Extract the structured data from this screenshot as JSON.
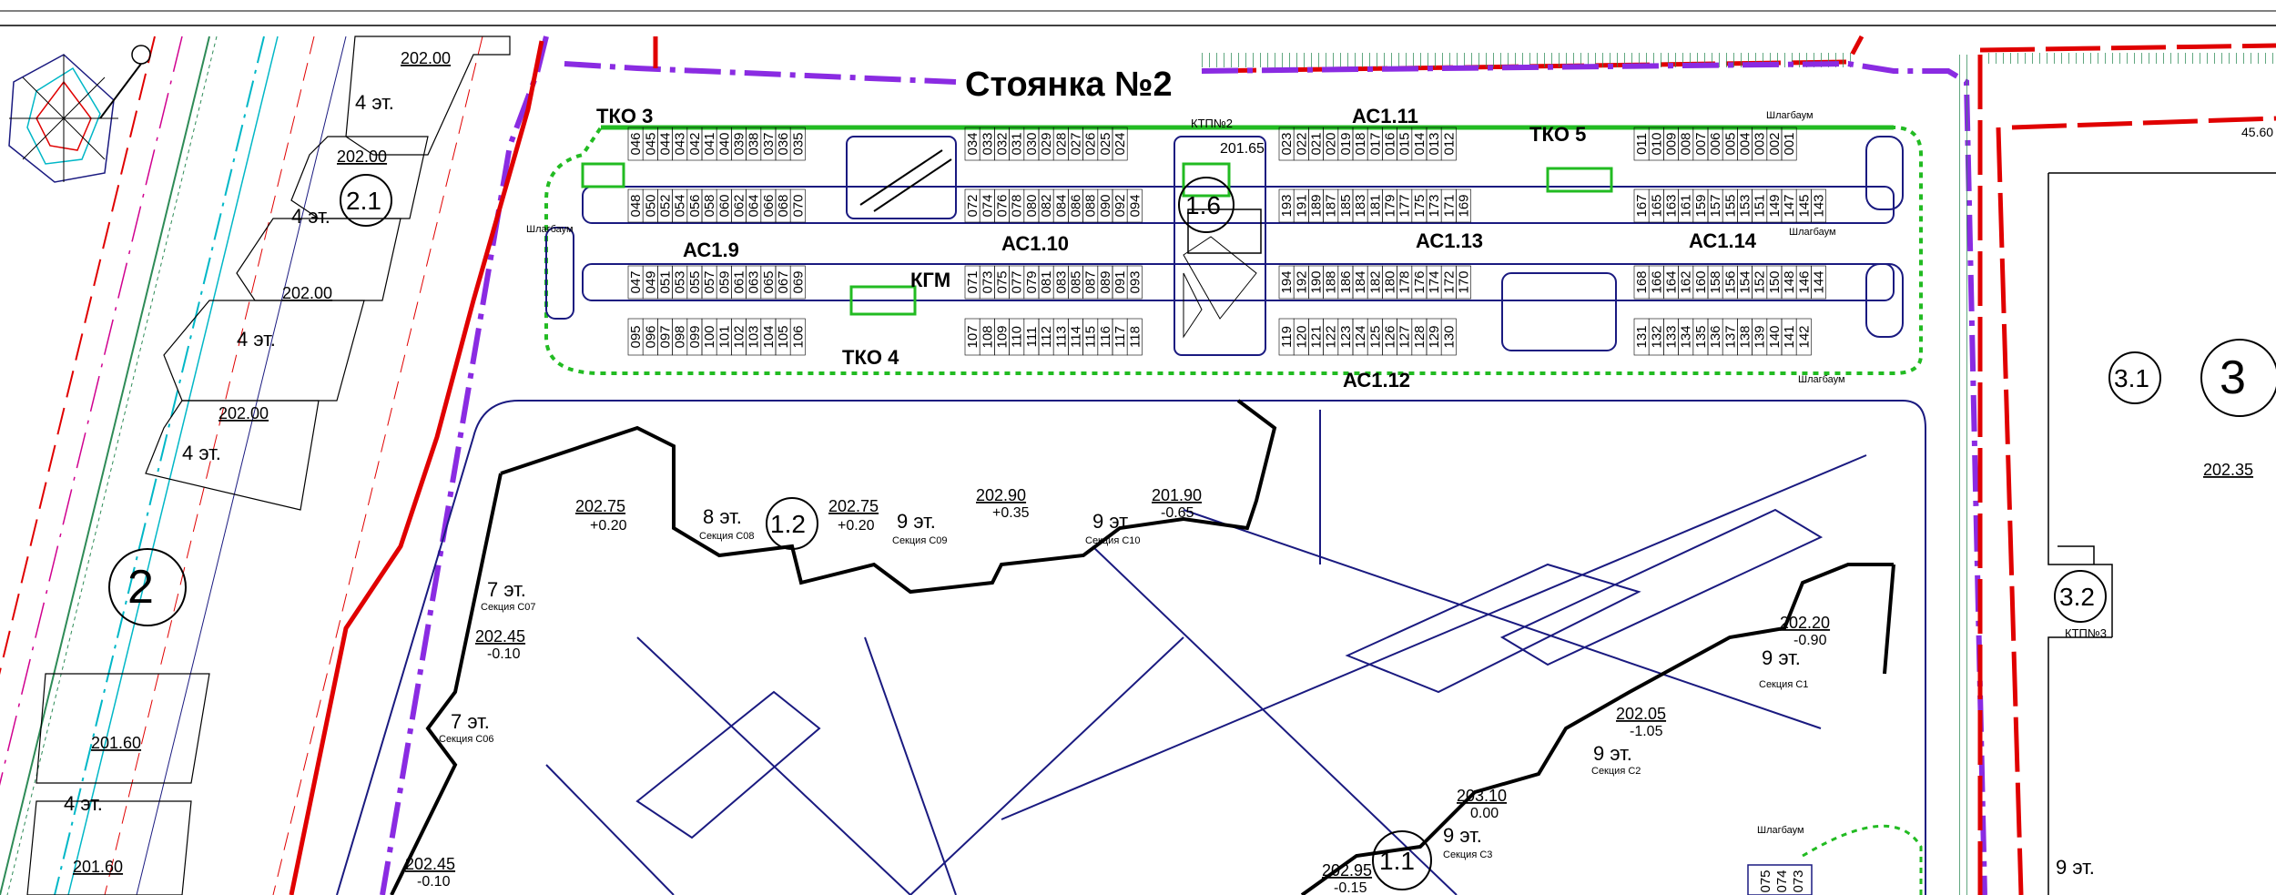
{
  "drawing": {
    "parking_title": "Стоянка №2",
    "accent_colors": {
      "road_outline": "#1a1a80",
      "red_line": "#e00000",
      "purple_line": "#8a2be2",
      "green_zone": "#22bb22",
      "hatch_green": "#2e8b57",
      "cyan_axis": "#00b7c7",
      "magenta_axis": "#d0008f"
    }
  },
  "zones": [
    {
      "id": "2",
      "label": "2"
    },
    {
      "id": "3",
      "label": "3"
    },
    {
      "id": "1.1",
      "label": "1.1"
    },
    {
      "id": "1.2",
      "label": "1.2"
    },
    {
      "id": "1.6",
      "label": "1.6"
    },
    {
      "id": "2.1",
      "label": "2.1"
    },
    {
      "id": "3.1",
      "label": "3.1"
    },
    {
      "id": "3.2",
      "label": "3.2"
    }
  ],
  "parking_areas": [
    {
      "label": "АС1.9"
    },
    {
      "label": "АС1.10"
    },
    {
      "label": "АС1.11"
    },
    {
      "label": "АС1.12"
    },
    {
      "label": "АС1.13"
    },
    {
      "label": "АС1.14"
    }
  ],
  "facilities": {
    "tko3": "ТКО 3",
    "tko4": "ТКО 4",
    "tko5": "ТКО 5",
    "kgm": "КГМ",
    "ktp2": "КТП№2",
    "ktp3": "КТП№3",
    "barrier": "Шлагбаум"
  },
  "slot_rows": {
    "row1_left": [
      "046",
      "045",
      "044",
      "043",
      "042",
      "041",
      "040",
      "039",
      "038",
      "037",
      "036",
      "035"
    ],
    "row1_mid": [
      "034",
      "033",
      "032",
      "031",
      "030",
      "029",
      "028",
      "027",
      "026",
      "025",
      "024"
    ],
    "row1_right_a": [
      "023",
      "022",
      "021",
      "020",
      "019",
      "018",
      "017",
      "016",
      "015",
      "014",
      "013",
      "012"
    ],
    "row1_right_b": [
      "011",
      "010",
      "009",
      "008",
      "007",
      "006",
      "005",
      "004",
      "003",
      "002",
      "001"
    ],
    "row2_left": [
      "048",
      "050",
      "052",
      "054",
      "056",
      "058",
      "060",
      "062",
      "064",
      "066",
      "068",
      "070"
    ],
    "row2_mid": [
      "072",
      "074",
      "076",
      "078",
      "080",
      "082",
      "084",
      "086",
      "088",
      "090",
      "092",
      "094"
    ],
    "row2_right_a": [
      "193",
      "191",
      "189",
      "187",
      "185",
      "183",
      "181",
      "179",
      "177",
      "175",
      "173",
      "171",
      "169"
    ],
    "row2_right_b": [
      "167",
      "165",
      "163",
      "161",
      "159",
      "157",
      "155",
      "153",
      "151",
      "149",
      "147",
      "145",
      "143"
    ],
    "row3_left": [
      "047",
      "049",
      "051",
      "053",
      "055",
      "057",
      "059",
      "061",
      "063",
      "065",
      "067",
      "069"
    ],
    "row3_mid": [
      "071",
      "073",
      "075",
      "077",
      "079",
      "081",
      "083",
      "085",
      "087",
      "089",
      "091",
      "093"
    ],
    "row3_right_a": [
      "194",
      "192",
      "190",
      "188",
      "186",
      "184",
      "182",
      "180",
      "178",
      "176",
      "174",
      "172",
      "170"
    ],
    "row3_right_b": [
      "168",
      "166",
      "164",
      "162",
      "160",
      "158",
      "156",
      "154",
      "152",
      "150",
      "148",
      "146",
      "144"
    ],
    "row4_left": [
      "095",
      "096",
      "097",
      "098",
      "099",
      "100",
      "101",
      "102",
      "103",
      "104",
      "105",
      "106"
    ],
    "row4_mid": [
      "107",
      "108",
      "109",
      "110",
      "111",
      "112",
      "113",
      "114",
      "115",
      "116",
      "117",
      "118"
    ],
    "row4_right_a": [
      "119",
      "120",
      "121",
      "122",
      "123",
      "124",
      "125",
      "126",
      "127",
      "128",
      "129",
      "130"
    ],
    "row4_right_b": [
      "131",
      "132",
      "133",
      "134",
      "135",
      "136",
      "137",
      "138",
      "139",
      "140",
      "141",
      "142"
    ],
    "row_lower_right": [
      "075",
      "074",
      "073"
    ]
  },
  "buildings": [
    {
      "floors": "8 эт.",
      "section": "Секция С08"
    },
    {
      "floors": "9 эт.",
      "section": "Секция С09"
    },
    {
      "floors": "9 эт.",
      "section": "Секция С10"
    },
    {
      "floors": "7 эт.",
      "section": "Секция С07"
    },
    {
      "floors": "7 эт.",
      "section": "Секция С06"
    },
    {
      "floors": "9 эт.",
      "section": "Секция С1"
    },
    {
      "floors": "9 эт.",
      "section": "Секция С2"
    },
    {
      "floors": "9 эт.",
      "section": "Секция С3"
    },
    {
      "floors": "4 эт.",
      "section": ""
    },
    {
      "floors": "9 эт.",
      "section": ""
    }
  ],
  "elevations": {
    "e1": {
      "mark": "202.75",
      "delta": "+0.20"
    },
    "e2": {
      "mark": "202.75",
      "delta": "+0.20"
    },
    "e3": {
      "mark": "202.90",
      "delta": "+0.35"
    },
    "e4": {
      "mark": "201.90",
      "delta": "-0.65"
    },
    "e5": {
      "mark": "202.45",
      "delta": "-0.10"
    },
    "e6": {
      "mark": "202.45",
      "delta": "-0.10"
    },
    "e7": {
      "mark": "202.20",
      "delta": "-0.90"
    },
    "e8": {
      "mark": "202.05",
      "delta": "-1.05"
    },
    "e9": {
      "mark": "203.10",
      "delta": "0.00"
    },
    "e10": {
      "mark": "202.95",
      "delta": "-0.15"
    },
    "w1": "202.00",
    "w2": "202.00",
    "w3": "202.00",
    "w4": "202.00",
    "w5": "201.60",
    "w6": "201.60",
    "e3_1": "202.35",
    "ktp_mark": "201.65",
    "corner_mark": "45.60"
  },
  "west_floors": [
    "4 эт.",
    "4 эт.",
    "4 эт.",
    "4 эт.",
    "4 эт."
  ]
}
